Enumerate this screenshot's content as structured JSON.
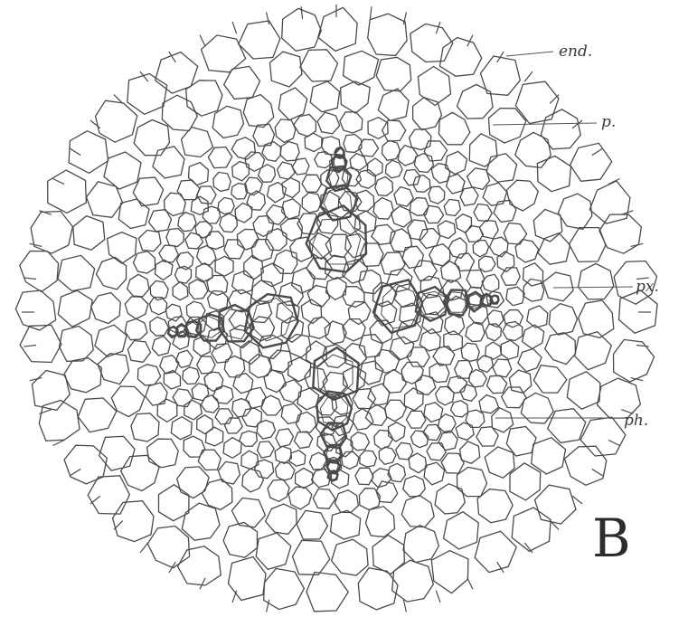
{
  "figure_letter": "B",
  "labels": [
    {
      "id": "end",
      "text": "end."
    },
    {
      "id": "p",
      "text": "p."
    },
    {
      "id": "px",
      "text": "px."
    },
    {
      "id": "ph",
      "text": "ph."
    }
  ],
  "colors": {
    "ink": "#4a4a4a",
    "background": "#ffffff"
  }
}
